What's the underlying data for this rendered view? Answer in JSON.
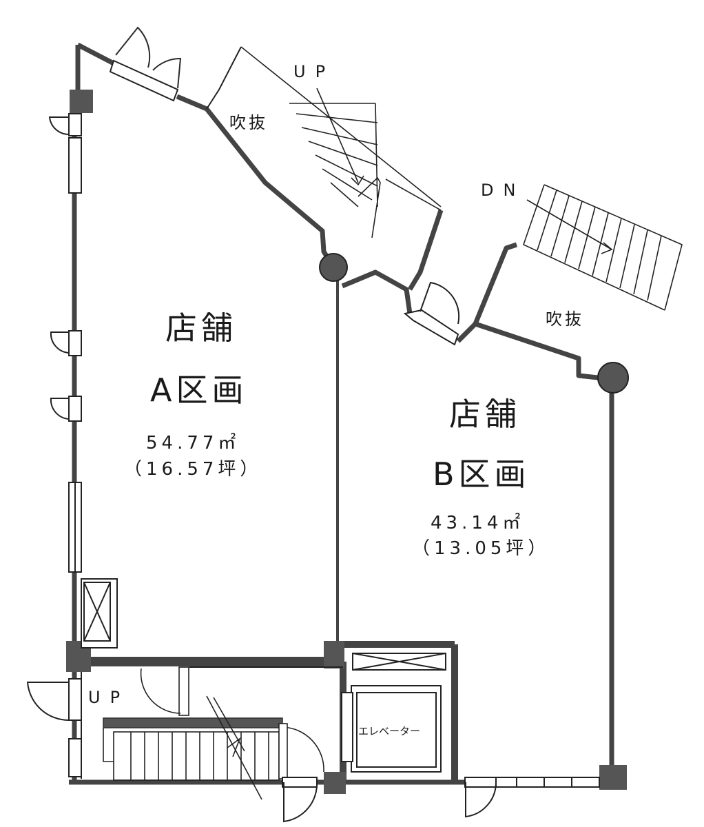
{
  "unitA": {
    "name_line1": "店舗",
    "name_line2": "A区画",
    "area_m2": "54.77㎡",
    "area_tsubo": "（16.57坪）"
  },
  "unitB": {
    "name_line1": "店舗",
    "name_line2": "B区画",
    "area_m2": "43.14㎡",
    "area_tsubo": "（13.05坪）"
  },
  "labels": {
    "void_upper": "吹抜",
    "void_right": "吹抜",
    "stair_up_top": "UP",
    "stair_down": "DN",
    "stair_up_bottom": "UP",
    "elevator": "エレベーター"
  },
  "colors": {
    "wall": "#4a4a4a",
    "line": "#2a2a2a",
    "paper": "#ffffff"
  }
}
